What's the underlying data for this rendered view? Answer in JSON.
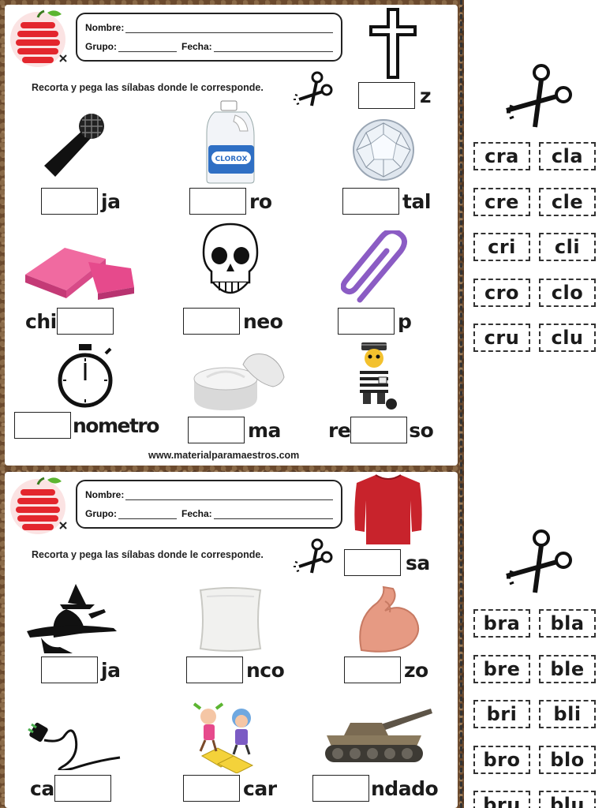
{
  "header": {
    "nombre_label": "Nombre:",
    "grupo_label": "Grupo:",
    "fecha_label": "Fecha:",
    "instruction": "Recorta y pega las sílabas donde le corresponde."
  },
  "sheet1": {
    "top_item": {
      "icon": "cross-icon",
      "suffix": "z"
    },
    "items": [
      {
        "icon": "microphone-icon",
        "prefix": "",
        "suffix": "ja"
      },
      {
        "icon": "bleach-bottle-icon",
        "prefix": "",
        "suffix": "ro",
        "label_on_image": "CLOROX"
      },
      {
        "icon": "diamond-icon",
        "prefix": "",
        "suffix": "tal"
      },
      {
        "icon": "chalk-icon",
        "prefix": "chi",
        "suffix": ""
      },
      {
        "icon": "skull-icon",
        "prefix": "",
        "suffix": "neo"
      },
      {
        "icon": "paperclip-icon",
        "prefix": "",
        "suffix": "p"
      },
      {
        "icon": "stopwatch-icon",
        "prefix": "",
        "suffix": "nometro"
      },
      {
        "icon": "cream-jar-icon",
        "prefix": "",
        "suffix": "ma"
      },
      {
        "icon": "prisoner-icon",
        "prefix": "re",
        "suffix": "so"
      }
    ],
    "website": "www.materialparamaestros.com"
  },
  "sheet2": {
    "top_item": {
      "icon": "shirt-icon",
      "suffix": "sa"
    },
    "items": [
      {
        "icon": "witch-icon",
        "prefix": "",
        "suffix": "ja"
      },
      {
        "icon": "pillow-icon",
        "prefix": "",
        "suffix": "nco"
      },
      {
        "icon": "bicep-icon",
        "prefix": "",
        "suffix": "zo"
      },
      {
        "icon": "cable-icon",
        "prefix": "ca",
        "suffix": ""
      },
      {
        "icon": "hopscotch-kids-icon",
        "prefix": "",
        "suffix": "car"
      },
      {
        "icon": "tank-icon",
        "prefix": "",
        "suffix": "ndado"
      }
    ]
  },
  "cutouts1": [
    [
      "cra",
      "cla"
    ],
    [
      "cre",
      "cle"
    ],
    [
      "cri",
      "cli"
    ],
    [
      "cro",
      "clo"
    ],
    [
      "cru",
      "clu"
    ]
  ],
  "cutouts2": [
    [
      "bra",
      "bla"
    ],
    [
      "bre",
      "ble"
    ],
    [
      "bri",
      "bli"
    ],
    [
      "bro",
      "blo"
    ],
    [
      "bru",
      "blu"
    ]
  ],
  "colors": {
    "frame": "#6b4a2e",
    "apple_red": "#e3262d",
    "leaf_green": "#5cb531",
    "chalk_pink": "#e64a8c",
    "paperclip_purple": "#8b5cc4",
    "shirt_red": "#c8232c",
    "muscle_skin": "#e69a83"
  }
}
